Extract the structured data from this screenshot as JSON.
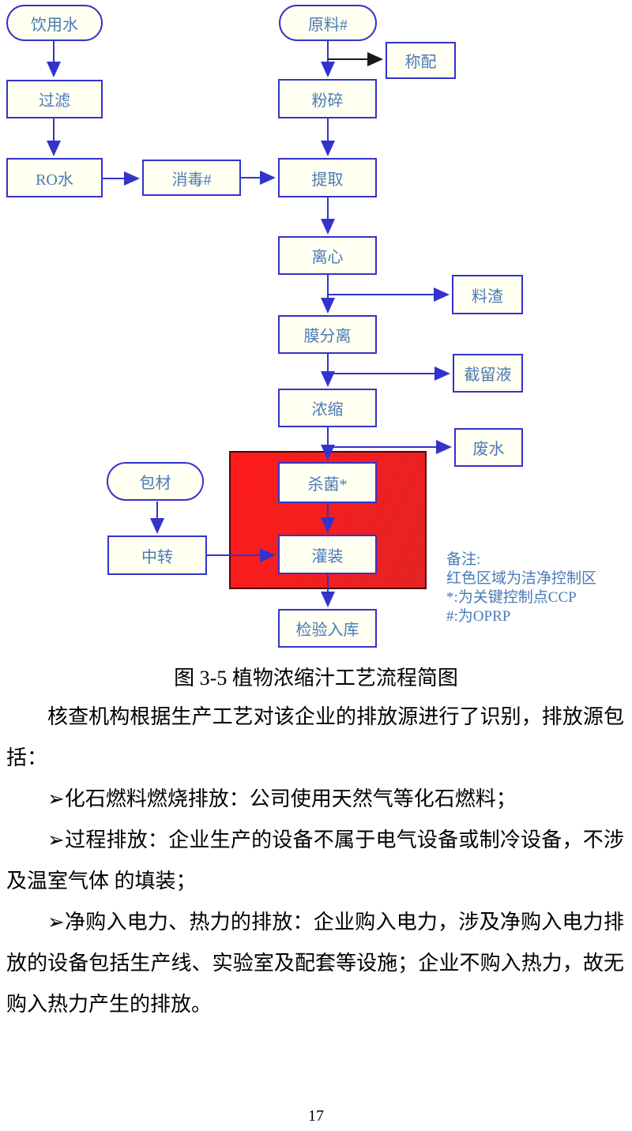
{
  "page": {
    "number": "17"
  },
  "figure": {
    "caption": "图 3-5  植物浓缩汁工艺流程简图",
    "nodes": [
      {
        "id": "drinking-water",
        "label": "饮用水",
        "shape": "oval"
      },
      {
        "id": "raw-material",
        "label": "原料#",
        "shape": "oval"
      },
      {
        "id": "weighing",
        "label": "称配",
        "shape": "rect"
      },
      {
        "id": "filtration",
        "label": "过滤",
        "shape": "rect"
      },
      {
        "id": "crushing",
        "label": "粉碎",
        "shape": "rect"
      },
      {
        "id": "ro-water",
        "label": "RO水",
        "shape": "rect"
      },
      {
        "id": "disinfection",
        "label": "消毒#",
        "shape": "rect"
      },
      {
        "id": "extraction",
        "label": "提取",
        "shape": "rect"
      },
      {
        "id": "centrifugation",
        "label": "离心",
        "shape": "rect"
      },
      {
        "id": "residue",
        "label": "料渣",
        "shape": "rect"
      },
      {
        "id": "membrane-separation",
        "label": "膜分离",
        "shape": "rect"
      },
      {
        "id": "retentate",
        "label": "截留液",
        "shape": "rect"
      },
      {
        "id": "concentration",
        "label": "浓缩",
        "shape": "rect"
      },
      {
        "id": "wastewater",
        "label": "废水",
        "shape": "rect"
      },
      {
        "id": "sterilization",
        "label": "杀菌*",
        "shape": "rect"
      },
      {
        "id": "packaging-material",
        "label": "包材",
        "shape": "oval"
      },
      {
        "id": "transfer",
        "label": "中转",
        "shape": "rect"
      },
      {
        "id": "filling",
        "label": "灌装",
        "shape": "rect"
      },
      {
        "id": "inspection-storage",
        "label": "检验入库",
        "shape": "rect"
      }
    ],
    "notes": [
      "备注:",
      "红色区域为洁净控制区",
      "*:为关键控制点CCP",
      "#:为OPRP"
    ],
    "colors": {
      "node_border": "#3333cc",
      "node_fill": "#fffff2",
      "node_text": "#4a7ab5",
      "arrow_blue": "#3333cc",
      "arrow_black": "#1a1a1a",
      "clean_zone_red": "#ee2020"
    }
  },
  "body": {
    "paragraphs": [
      "核查机构根据生产工艺对该企业的排放源进行了识别，排放源包括：",
      "➢化石燃料燃烧排放：公司使用天然气等化石燃料；",
      "➢过程排放：企业生产的设备不属于电气设备或制冷设备，不涉及温室气体 的填装；",
      "➢净购入电力、热力的排放：企业购入电力，涉及净购入电力排放的设备包括生产线、实验室及配套等设施；企业不购入热力，故无购入热力产生的排放。"
    ]
  }
}
